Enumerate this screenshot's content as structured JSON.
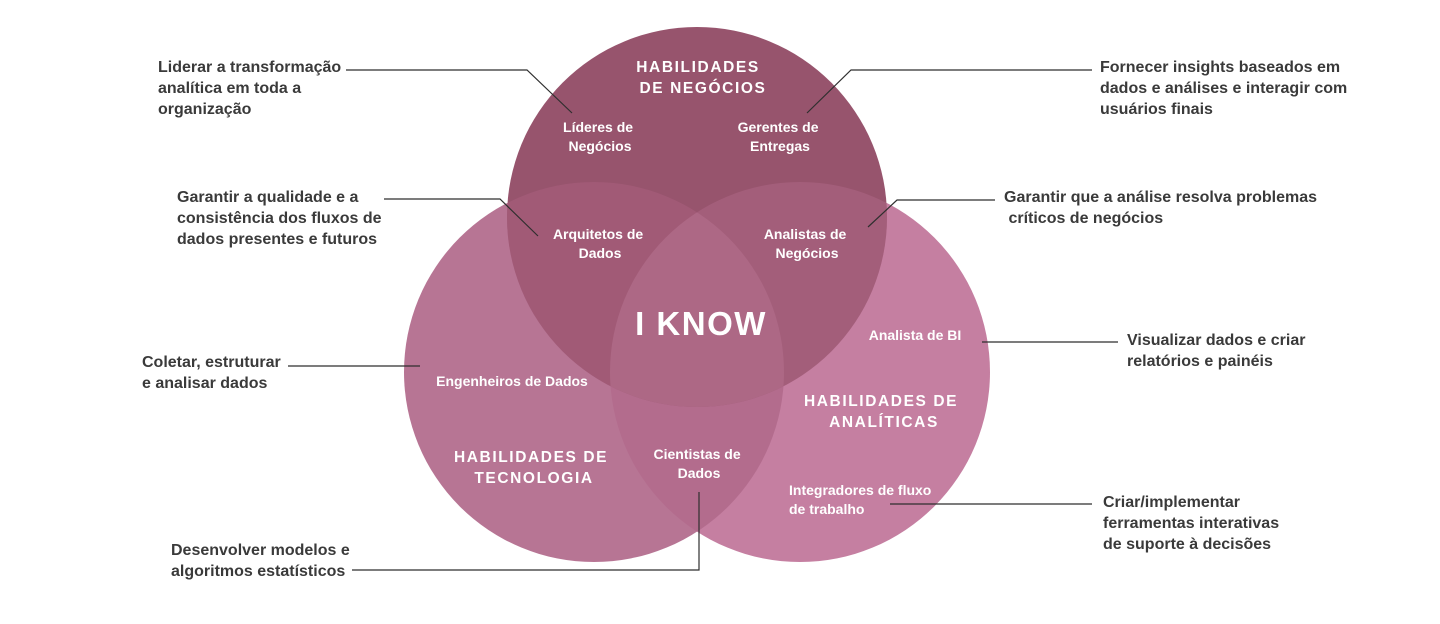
{
  "center_label": "I KNOW",
  "groups": {
    "business": [
      "HABILIDADES",
      "DE NEGÓCIOS"
    ],
    "technology": [
      "HABILIDADES DE",
      "TECNOLOGIA"
    ],
    "analytics": [
      "HABILIDADES DE",
      "ANALÍTICAS"
    ]
  },
  "roles": {
    "business_leaders": [
      "Líderes de",
      "Negócios"
    ],
    "delivery_managers": [
      "Gerentes de",
      "Entregas"
    ],
    "data_architects": [
      "Arquitetos de",
      "Dados"
    ],
    "business_analysts": [
      "Analistas de",
      "Negócios"
    ],
    "bi_analyst": [
      "Analista de BI"
    ],
    "data_engineers": [
      "Engenheiros de Dados"
    ],
    "data_scientists": [
      "Cientistas de",
      "Dados"
    ],
    "workflow_integrators": [
      "Integradores de fluxo",
      "de trabalho"
    ]
  },
  "notes": {
    "business_leaders": [
      "Liderar a transformação",
      "analítica em toda a",
      "organização"
    ],
    "delivery_managers": [
      "Fornecer insights baseados em",
      "dados e análises e interagir com",
      "usuários finais"
    ],
    "data_architects": [
      "Garantir a qualidade e a",
      "consistência dos fluxos de",
      "dados presentes e futuros"
    ],
    "business_analysts": [
      "Garantir que a análise resolva problemas",
      " críticos de negócios"
    ],
    "bi_analyst": [
      "Visualizar dados e criar",
      "relatórios e painéis"
    ],
    "data_engineers": [
      "Coletar, estruturar",
      "e analisar dados"
    ],
    "data_scientists": [
      "Desenvolver modelos e",
      "algoritmos estatísticos"
    ],
    "workflow_integrators": [
      "Criar/implementar",
      "ferramentas interativas",
      "de suporte à decisões"
    ]
  },
  "colors": {
    "business_circle": "#8f4762",
    "technology_circle": "#b26a8c",
    "analytics_circle": "#c57fa1",
    "text_dark": "#3a3a3a",
    "leader_line": "#2f2f2f"
  }
}
